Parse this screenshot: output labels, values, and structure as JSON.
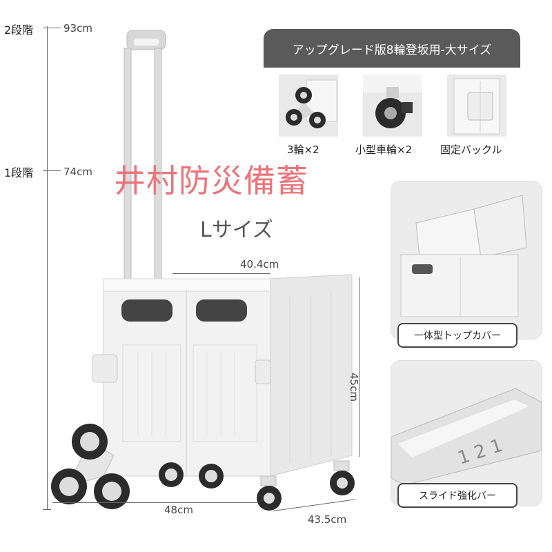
{
  "height_levels": {
    "level2_label": "2段階",
    "level2_value": "93cm",
    "level1_label": "1段階",
    "level1_value": "74cm"
  },
  "watermark": "井村防災備蓄",
  "size_label": "Lサイズ",
  "dimensions": {
    "width": "40.4cm",
    "height": "45cm",
    "length": "48cm",
    "depth": "43.5cm"
  },
  "upgrade": {
    "title": "アップグレード版8輪登坂用-大サイズ",
    "items": [
      {
        "label": "3輪×2",
        "icon": "stair-wheel-icon"
      },
      {
        "label": "小型車輪×2",
        "icon": "caster-wheel-icon"
      },
      {
        "label": "固定バックル",
        "icon": "buckle-icon"
      }
    ]
  },
  "features": [
    {
      "label": "一体型トップカバー"
    },
    {
      "label": "スライド強化バー"
    }
  ],
  "colors": {
    "cart_body": "#f2f2f2",
    "wheel": "#2b2b2b",
    "banner": "#5a5a5a",
    "watermark": "#e9757b"
  }
}
